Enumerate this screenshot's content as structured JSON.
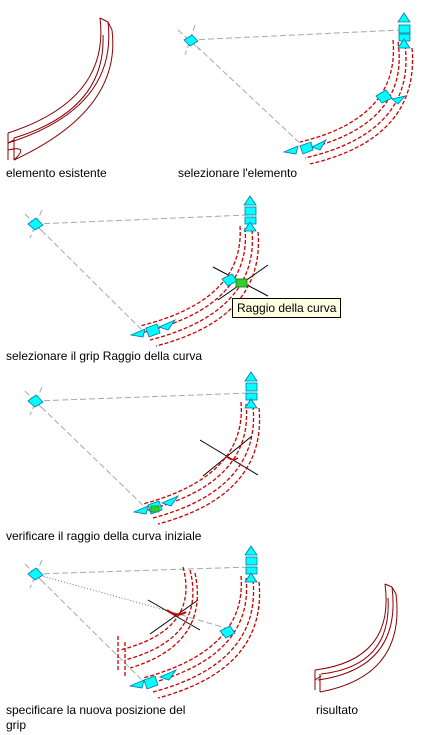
{
  "captions": {
    "existing": "elemento esistente",
    "select_element": "selezionare l'elemento",
    "select_grip": "selezionare il grip Raggio della curva",
    "verify_radius": "verificare il raggio della curva iniziale",
    "specify_position_line1": "specificare la nuova posizione del",
    "specify_position_line2": "grip",
    "result": "risultato"
  },
  "tooltip": "Raggio della curva",
  "colors": {
    "beam": "#8b0000",
    "dash": "#cc0000",
    "grip": "#00ffff",
    "grip_outline": "#0077aa",
    "guide": "#a0aab4",
    "hot_grip": "#33cc33"
  }
}
